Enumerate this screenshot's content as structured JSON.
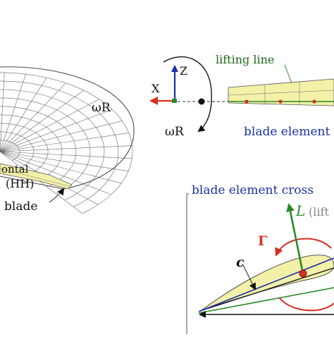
{
  "left_panel": {
    "omega_r_label": "ωR",
    "hh_label_partial": "ontal",
    "hh_label": "(HH)",
    "blade_label": "blade"
  },
  "right_top": {
    "axis_z": "Z",
    "axis_x": "X",
    "omega_r_label": "ωR",
    "lifting_line_label": "lifting line",
    "blade_element_label": "blade element"
  },
  "cross_section": {
    "title": "blade element cross",
    "lift_label": "L",
    "lift_note": "(lift",
    "circulation_label": "Γ",
    "chord_label": "c"
  },
  "colors": {
    "mesh": "#4a4a4a",
    "blade_fill": "#f3f0a8",
    "blue": "#1a2fa8",
    "green": "#2a8a2a",
    "red": "#d63020",
    "black": "#111111"
  }
}
